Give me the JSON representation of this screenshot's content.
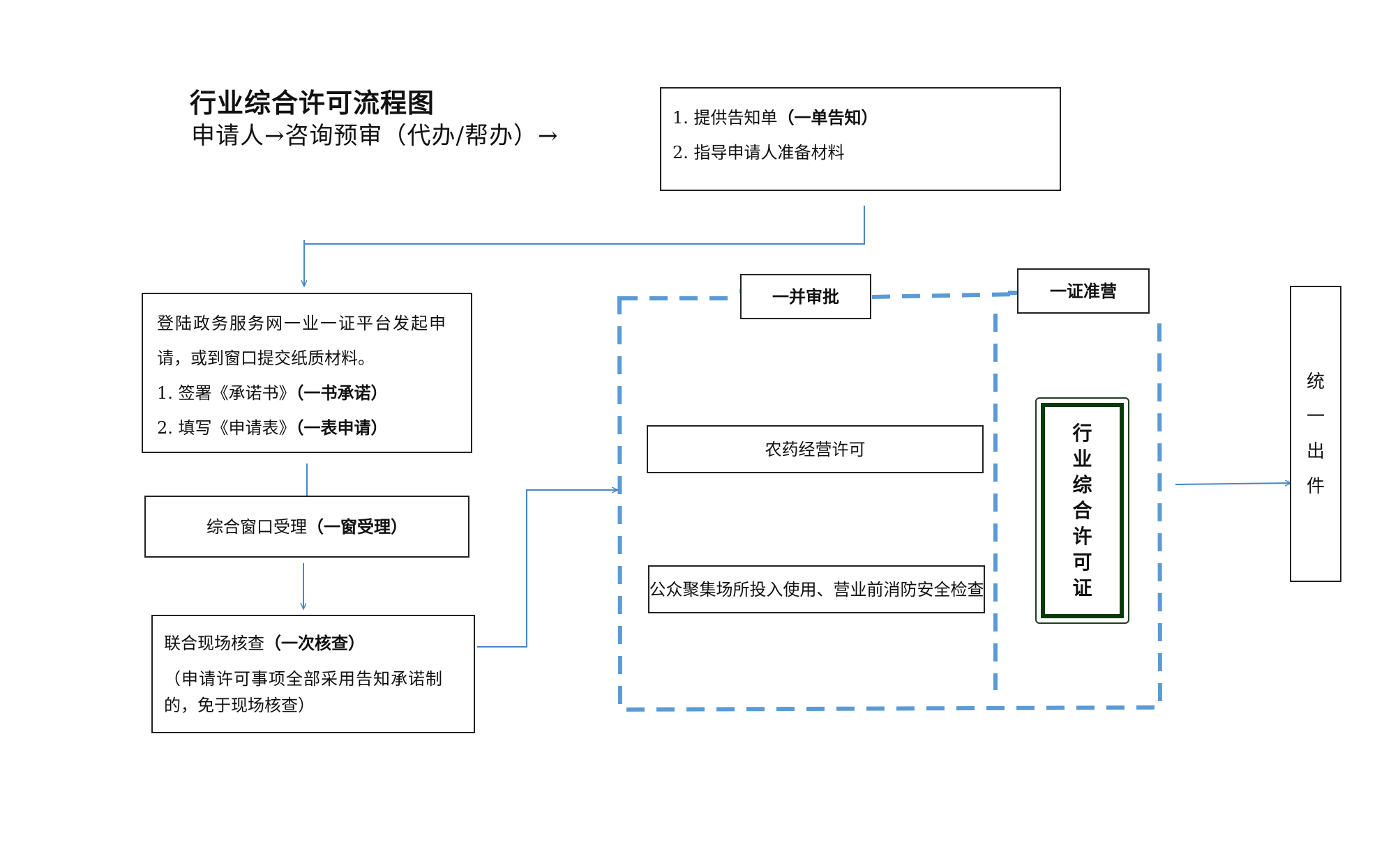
{
  "header": {
    "title": "行业综合许可流程图",
    "subtitle": "申请人→咨询预审（代办/帮办）→"
  },
  "notice_box": {
    "line1_prefix": "1.  提供告知单",
    "line1_emph": "（一单告知）",
    "line2": "2.  指导申请人准备材料"
  },
  "apply_box": {
    "line1": "登陆政务服务网一业一证平台发起申",
    "line2": "请，或到窗口提交纸质材料。",
    "line3_prefix": "1.  签署《承诺书》",
    "line3_emph": "（一书承诺）",
    "line4_prefix": "2.  填写《申请表》",
    "line4_emph": "（一表申请）"
  },
  "window_box": {
    "prefix": "综合窗口受理",
    "emph": "（一窗受理）"
  },
  "inspect_box": {
    "line1_prefix": "联合现场核查",
    "line1_emph": "（一次核查）",
    "line2": "（申请许可事项全部采用告知承诺制",
    "line3": "的，免于现场核查）"
  },
  "approval": {
    "label": "一并审批",
    "item1": "农药经营许可",
    "item2": "公众聚集场所投入使用、营业前消防安全检查"
  },
  "one_cert": {
    "label": "一证准营",
    "license_chars": [
      "行",
      "业",
      "综",
      "合",
      "许",
      "可",
      "证"
    ]
  },
  "output_box": {
    "chars": [
      "统",
      "一",
      "出",
      "件"
    ]
  },
  "colors": {
    "arrow": "#4a86c8",
    "dashed": "#5b9bd5",
    "license_border": "#0a3a0a",
    "box_border": "#222222"
  }
}
